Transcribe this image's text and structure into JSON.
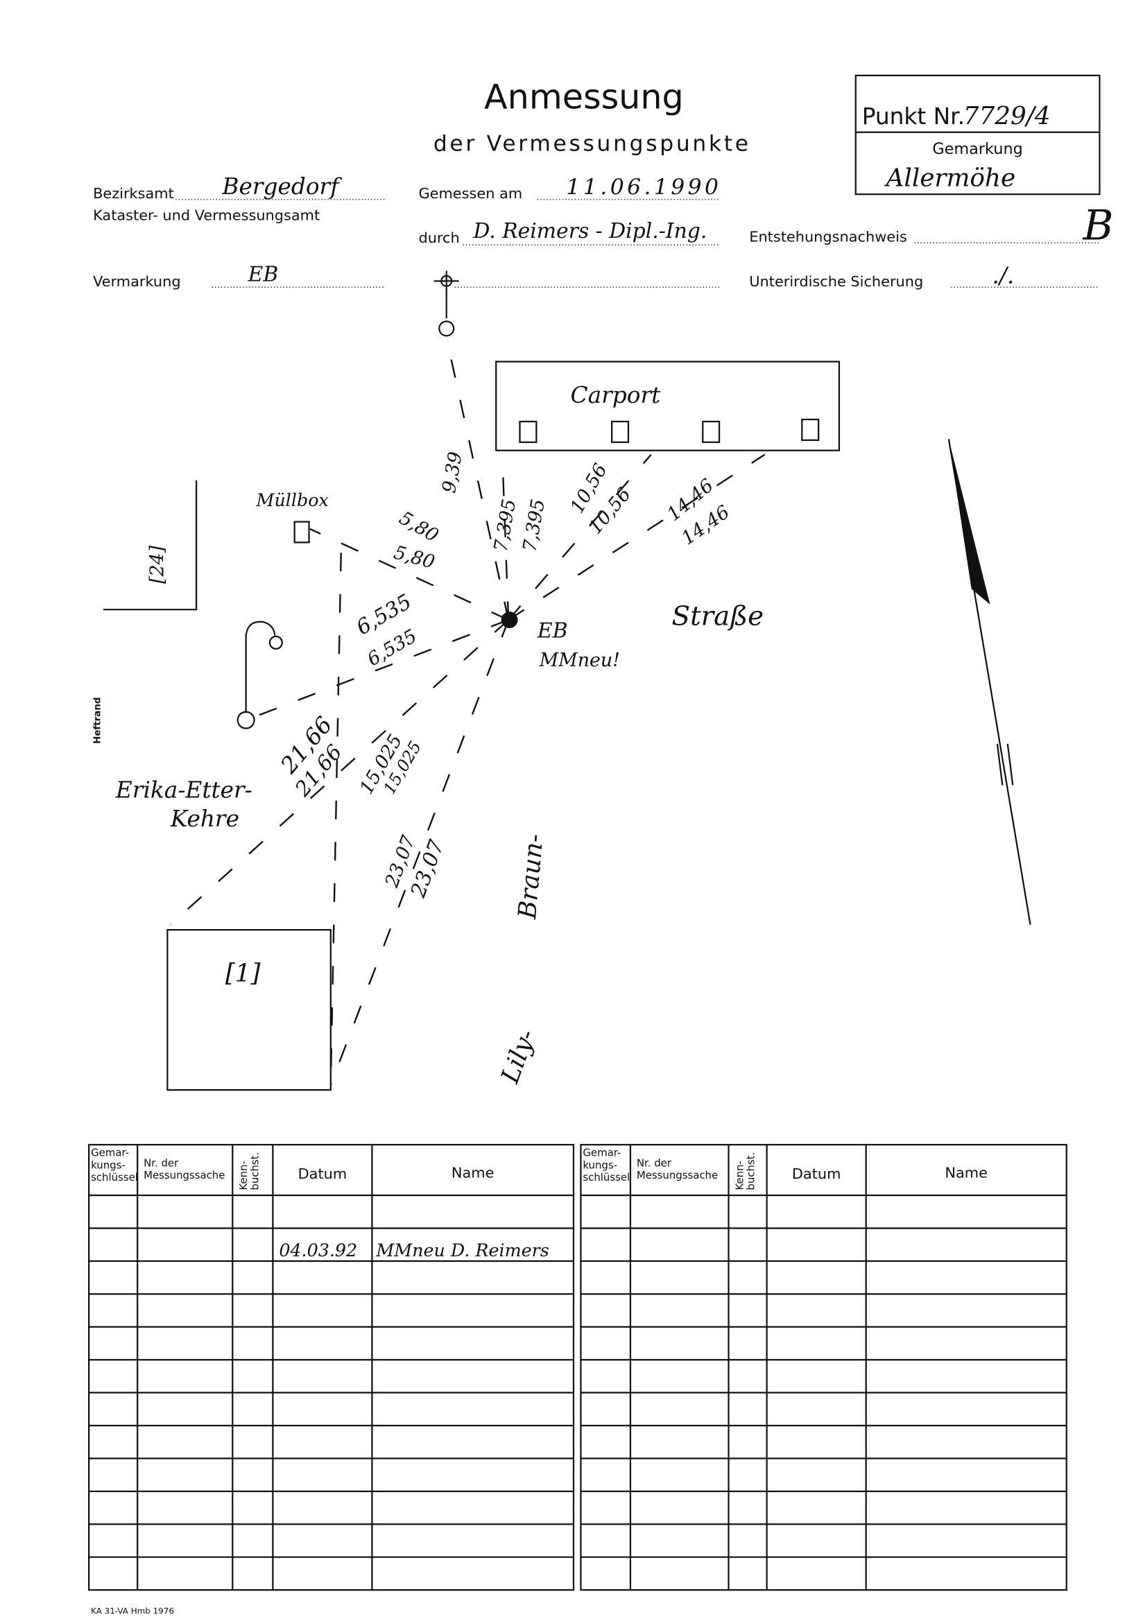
{
  "header": {
    "title": "Anmessung",
    "subtitle": "der Vermessungspunkte",
    "punkt_label": "Punkt Nr.",
    "punkt_value": "7729/4",
    "gemarkung_label": "Gemarkung",
    "gemarkung_value": "Allermöhe"
  },
  "fields": {
    "bezirksamt_label": "Bezirksamt",
    "bezirksamt_value": "Bergedorf",
    "kataster_label": "Kataster- und Vermessungsamt",
    "gemessen_label": "Gemessen am",
    "gemessen_value": "11.06.1990",
    "durch_label": "durch",
    "durch_value": "D. Reimers - Dipl.-Ing.",
    "entstehung_label": "Entstehungsnachweis",
    "entstehung_value": "B",
    "vermarkung_label": "Vermarkung",
    "vermarkung_value": "EB",
    "unterirdisch_label": "Unterirdische Sicherung",
    "unterirdisch_value": "./."
  },
  "sketch": {
    "carport": "Carport",
    "muellbox": "Müllbox",
    "strasse": "Straße",
    "eb": "EB",
    "eb_note": "MMneu!",
    "street1": "Erika-Etter-",
    "street1b": "Kehre",
    "street2": "Braun-",
    "street3": "Lily-",
    "house1": "[1]",
    "house24": "[24]",
    "m_9_39": "9,39",
    "m_7_395a": "7,395",
    "m_7_395b": "7,395",
    "m_10_56a": "10,56",
    "m_10_56b": "10,56",
    "m_14_46a": "14,46",
    "m_14_46b": "14,46",
    "m_5_80a": "5,80",
    "m_5_80b": "5,80",
    "m_6_535a": "6,535",
    "m_6_535b": "6,535",
    "m_21_66a": "21,66",
    "m_21_66b": "21,66",
    "m_15_025a": "15,025",
    "m_15_025b": "15,025",
    "m_23_07a": "23,07",
    "m_23_07b": "23,07",
    "heftrand": "Heftrand"
  },
  "table": {
    "headers": [
      "Gemar-kungs-schlüssel",
      "Nr. der Messungssache",
      "Kenn-buchst.",
      "Datum",
      "Name"
    ],
    "header_lines": {
      "gemar": [
        "Gemar-",
        "kungs-",
        "schlüssel"
      ],
      "nr": [
        "Nr. der",
        "Messungssache"
      ],
      "kenn": [
        "Kenn-",
        "buchst."
      ]
    },
    "rows": [
      {
        "datum": "",
        "name": ""
      },
      {
        "datum": "04.03.92",
        "name": "MMneu D. Reimers"
      }
    ]
  },
  "footer": {
    "form_id": "KA 31-VA Hmb 1976"
  }
}
